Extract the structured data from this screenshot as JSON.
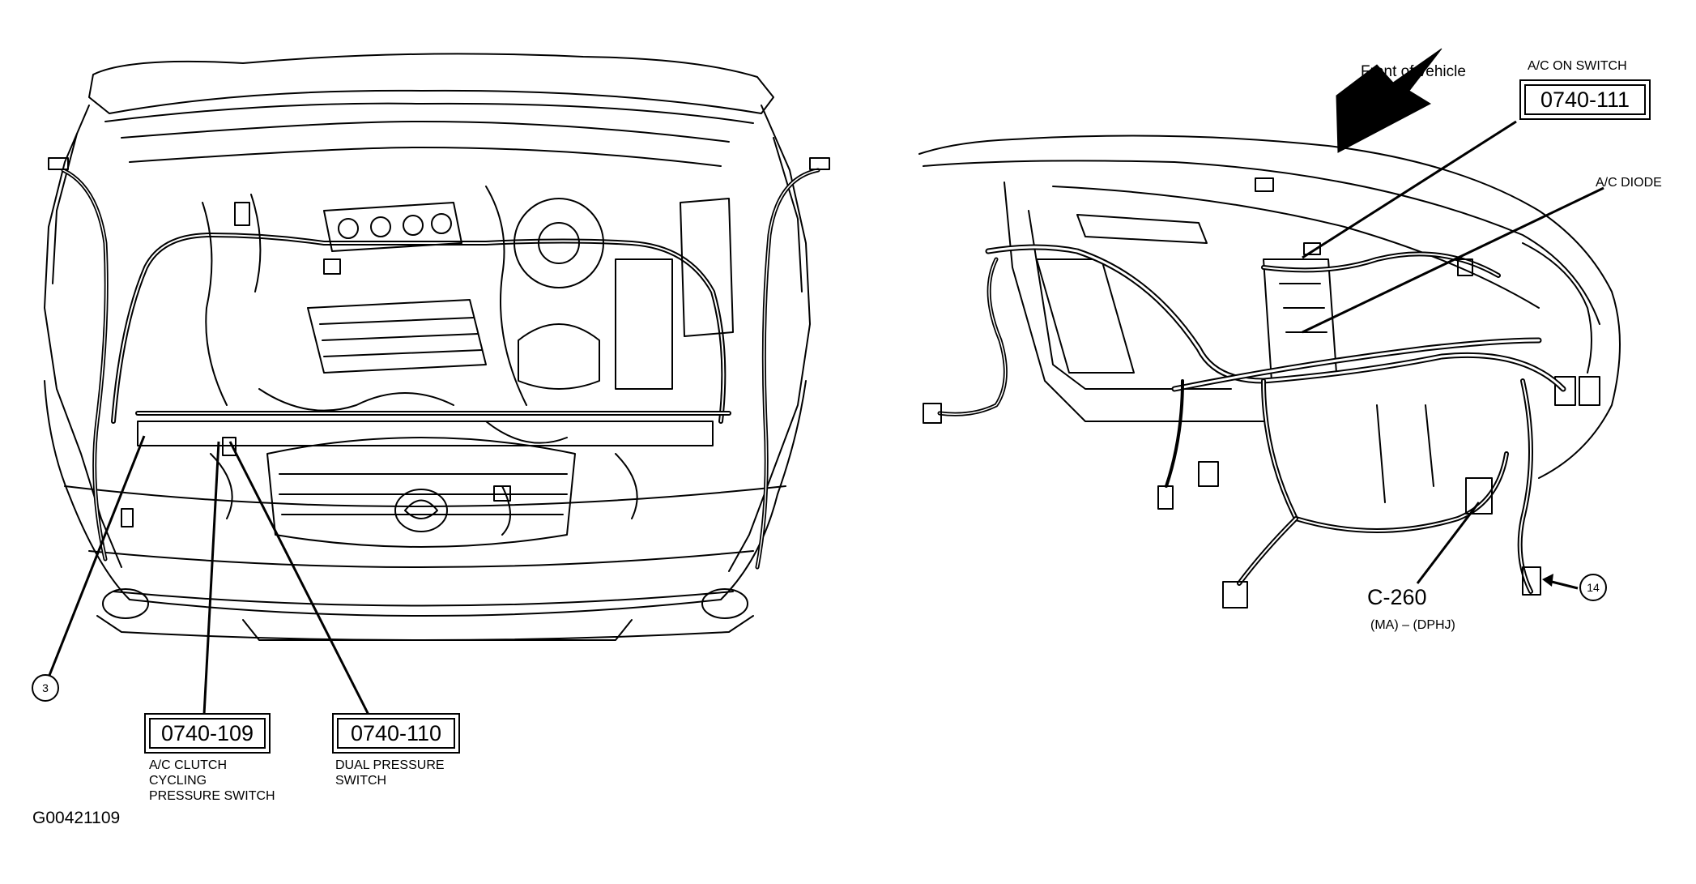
{
  "figure_id": "G00421109",
  "front_label": "Front of vehicle",
  "components": {
    "clutch_switch": {
      "code": "0740-109",
      "name": "A/C CLUTCH\nCYCLING\nPRESSURE SWITCH"
    },
    "dual_switch": {
      "code": "0740-110",
      "name": "DUAL PRESSURE\nSWITCH"
    },
    "on_switch": {
      "code": "0740-111",
      "name": "A/C ON SWITCH"
    },
    "diode": {
      "name": "A/C DIODE"
    },
    "connector": {
      "code": "C-260",
      "note": "(MA) – (DPHJ)"
    }
  },
  "refs": {
    "left": "3",
    "right": "14"
  },
  "colors": {
    "line": "#000000",
    "background": "#ffffff"
  }
}
